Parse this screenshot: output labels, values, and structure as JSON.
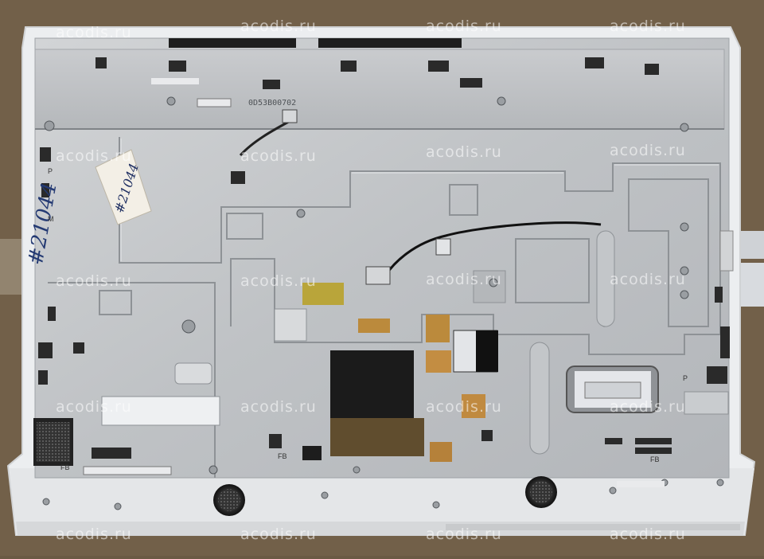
{
  "photo": {
    "subject": "",
    "serial_label": "0D53B00702",
    "handwritten_id": "#21044",
    "sticker_text": "#21044",
    "fb_mark": "FB",
    "p_mark": "P",
    "m_mark": "M"
  },
  "watermark": {
    "text": "acodis.ru"
  },
  "colors": {
    "background": "#6b5a44",
    "chassis": "#c4c6c9",
    "bezel": "#eef0f2",
    "kapton": "#b88a3a",
    "foam": "#1b1b1b"
  }
}
